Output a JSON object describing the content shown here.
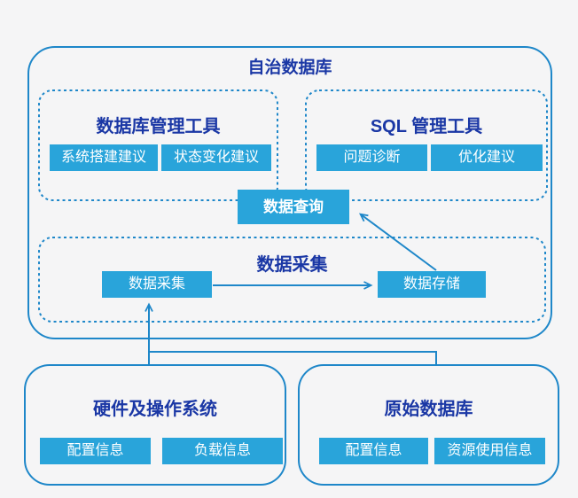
{
  "colors": {
    "background": "#f5f5f6",
    "line_blue": "#1e87c9",
    "node_blue": "#29a4da",
    "title_navy": "#1a37a5",
    "node_text": "#ffffff"
  },
  "outer_box": {
    "title": "自治数据库"
  },
  "db_tools_group": {
    "title": "数据库管理工具",
    "buttons": [
      "系统搭建建议",
      "状态变化建议"
    ]
  },
  "sql_tools_group": {
    "title": "SQL 管理工具",
    "buttons": [
      "问题诊断",
      "优化建议"
    ]
  },
  "data_query_node": {
    "label": "数据查询"
  },
  "collection_group": {
    "title": "数据采集",
    "collect_label": "数据采集",
    "store_label": "数据存储"
  },
  "hardware_box": {
    "title": "硬件及操作系统",
    "buttons": [
      "配置信息",
      "负载信息"
    ]
  },
  "source_db_box": {
    "title": "原始数据库",
    "buttons": [
      "配置信息",
      "资源使用信息"
    ]
  },
  "arrows": [
    "collect-to-store",
    "store-to-query",
    "sources-to-collect"
  ]
}
